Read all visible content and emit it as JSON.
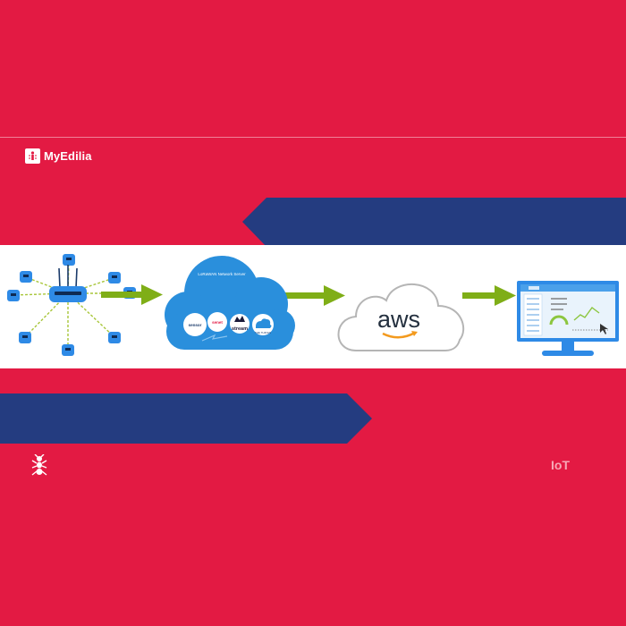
{
  "brand": {
    "name": "MyEdilia"
  },
  "tag": {
    "label": "IoT"
  },
  "diagram": {
    "network_cloud": {
      "title": "LoRaWAN Network Server",
      "providers": [
        "sensor",
        "senet",
        "stream",
        "THE THINGS"
      ]
    },
    "aws_cloud": {
      "label": "aws"
    }
  },
  "colors": {
    "background": "#e31a43",
    "band_blue": "#243c80",
    "device_blue": "#2e8ae6",
    "cloud_blue": "#2a8fdc",
    "arrow_green": "#7fae17",
    "aws_orange": "#f39a1e"
  },
  "icons": {
    "brand": "myedilia-logo-icon",
    "footer": "ant-logo-icon",
    "gateway": "lora-gateway-icon",
    "sensors": "sensor-node-icon",
    "dashboard": "monitor-dashboard-icon"
  }
}
